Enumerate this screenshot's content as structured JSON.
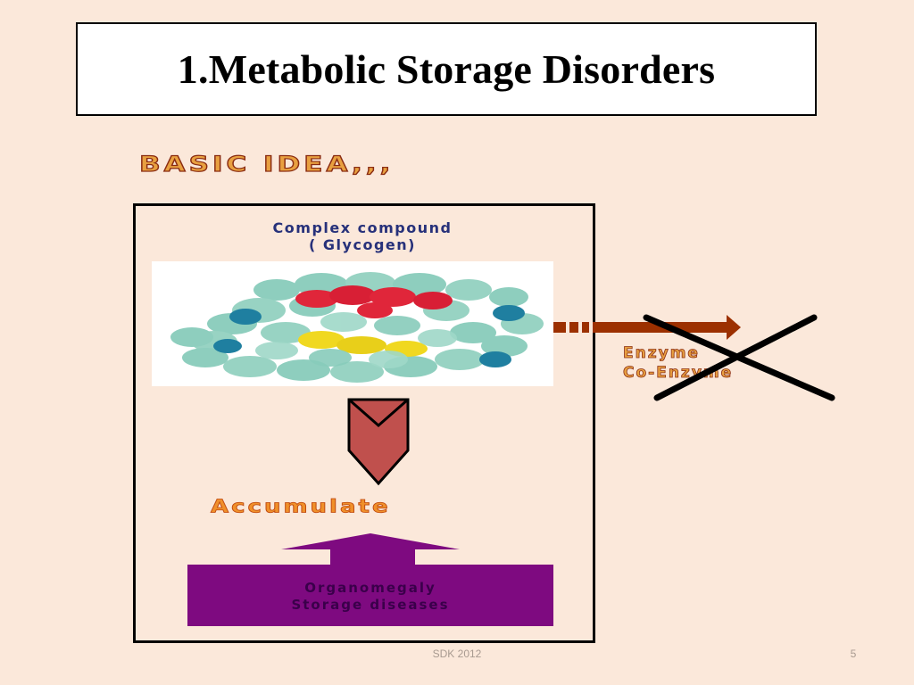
{
  "slide": {
    "title": "1.Metabolic Storage Disorders",
    "subtitle": "BASIC IDEA,,,",
    "compound_label_line1": "Complex compound",
    "compound_label_line2": "( Glycogen)",
    "accumulate_label": "Accumulate",
    "organ_line1": "Organomegaly",
    "organ_line2": "Storage diseases",
    "enzyme_line1": "Enzyme",
    "enzyme_line2": "Co-Enzyme",
    "footer_center": "SDK 2012",
    "footer_page": "5"
  },
  "colors": {
    "background": "#fbe8da",
    "down_arrow": "#c0504d",
    "up_arrow_box": "#7e0a80",
    "enzyme_arrow": "#9c3000",
    "cross": "#000000"
  }
}
